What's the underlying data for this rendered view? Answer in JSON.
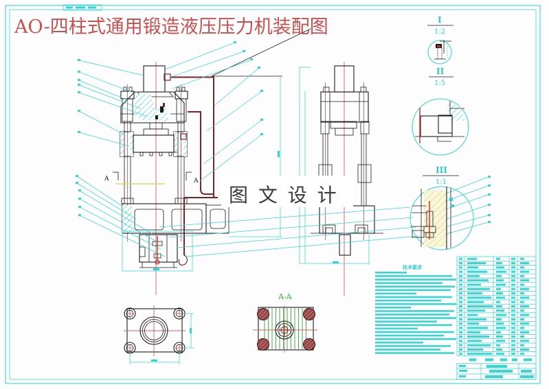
{
  "sheet": {
    "title": "AO-四柱式通用锻造液压压力机装配图",
    "frame_color": "#38d5d3",
    "paper_color": "#fdfdfd"
  },
  "watermark": {
    "text": "图 文 设 计",
    "color": "#3a3a3a"
  },
  "details": [
    {
      "label": "I",
      "scale": "1:2"
    },
    {
      "label": "II",
      "scale": "1:5"
    },
    {
      "label": "III",
      "scale": "1:1"
    }
  ],
  "sections": {
    "view_label": "A-A",
    "cut_label_left": "A",
    "cut_label_right": "A"
  },
  "notes": {
    "heading": "技术要求",
    "line_count": 24
  },
  "parts_list": {
    "row_count": 23,
    "column_count": 6,
    "header_row": true
  },
  "colors": {
    "line_cyan": "#38d5d3",
    "drawing_black": "#1a1a1a",
    "pipe_maroon": "#7c2424",
    "centerline_red": "#c56262",
    "accent_red": "#cc2a2a",
    "title_red": "#c85050",
    "watermark_gray": "#3a3a3a",
    "hatch_green": "#3aa33a",
    "hatch_yellow": "#e3d47e",
    "watermark_band": "#ffffff"
  }
}
